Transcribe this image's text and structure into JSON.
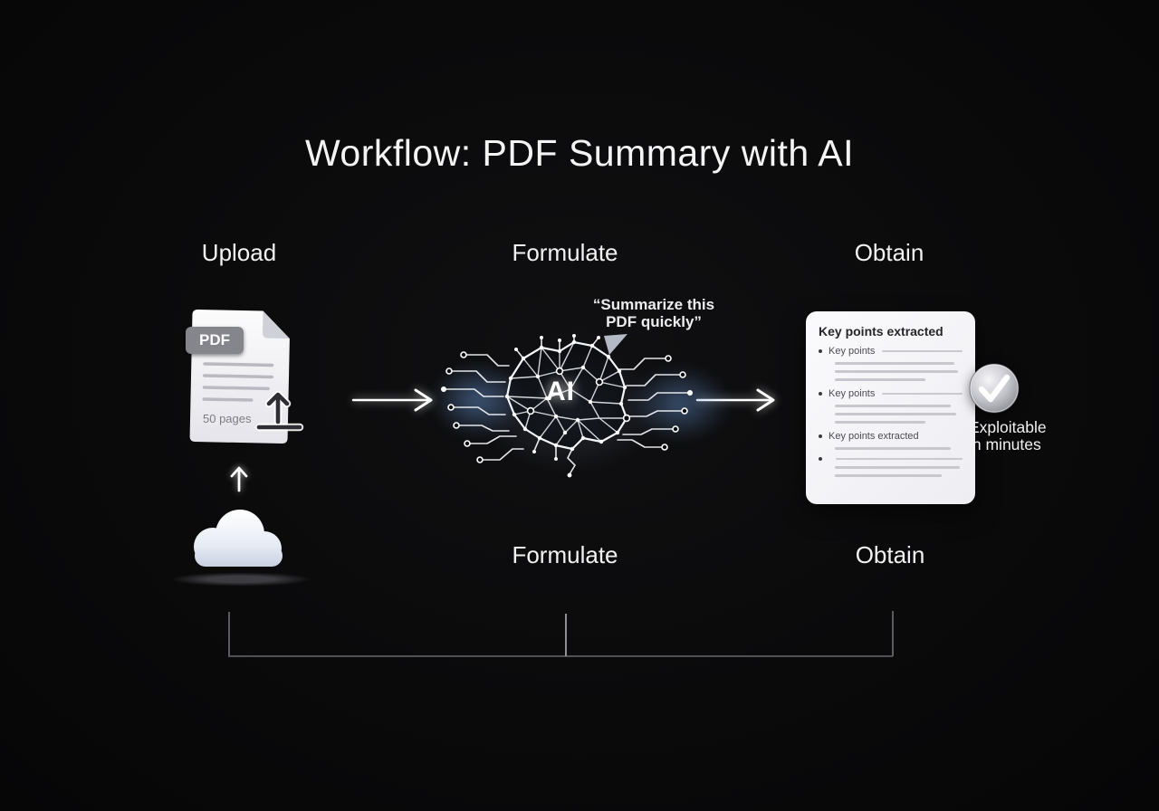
{
  "title": "Workflow: PDF Summary with AI",
  "stages_top": {
    "upload": "Upload",
    "formulate": "Formulate",
    "obtain": "Obtain"
  },
  "stages_bottom": {
    "formulate": "Formulate",
    "obtain": "Obtain"
  },
  "pdf_document": {
    "badge": "PDF",
    "page_count": "50 pages"
  },
  "prompt_bubble": {
    "line1": "“Summarize this",
    "line2": "PDF quickly”"
  },
  "ai_core": {
    "label": "AI"
  },
  "summary_document": {
    "title": "Key points extracted",
    "bullet_1": "Key points",
    "bullet_2": "Key points",
    "bullet_3": "Key points extracted"
  },
  "result_note": {
    "line1": "Exploitable",
    "line2": "in minutes"
  },
  "colors": {
    "background": "#0a0a0b",
    "text_primary": "#f3f3f4",
    "glow_blue": "#6c9cdc",
    "badge_gray": "#85858c",
    "card_line_gray": "#c7c7ce",
    "check_silver": "#c0c0c6",
    "bracket_gray": "#515155"
  }
}
